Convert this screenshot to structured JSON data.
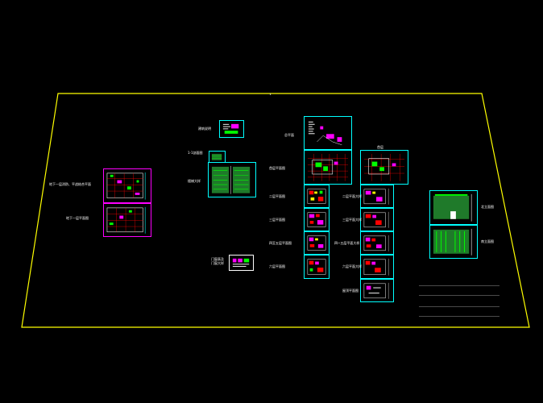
{
  "drawing": {
    "background": "#000000",
    "frame_color": "#ffff00",
    "colors": {
      "cyan": "#00ffff",
      "magenta": "#ff00ff",
      "white": "#ffffff",
      "green": "#00ff00",
      "red": "#ff0000",
      "yellow": "#ffff00",
      "dark_green": "#1f7a2a"
    }
  },
  "labels": {
    "left_top": "地下一层消防、平战结合平面",
    "left_bottom": "地下一层平面图",
    "mid_title1": "建筑说明",
    "mid_title2": "1-1剖面图",
    "mid_title3": "楼梯大样",
    "mid_title4": "门窗表及门窗大样",
    "col1_r0": "总平面",
    "col1_r1": "首层平面图",
    "col1_r2": "二层平面图",
    "col1_r3": "三层平面图",
    "col1_r4": "四至五层平面图",
    "col1_r5": "六层平面图",
    "col2_r0": "首层",
    "col2_r2": "二层平面大样",
    "col2_r3": "三层平面大样",
    "col2_r4": "四~五层平面大样",
    "col2_r5": "六层平面大样",
    "col2_r6": "屋顶平面图",
    "right_top": "北立面图",
    "right_bottom": "南立面图"
  }
}
